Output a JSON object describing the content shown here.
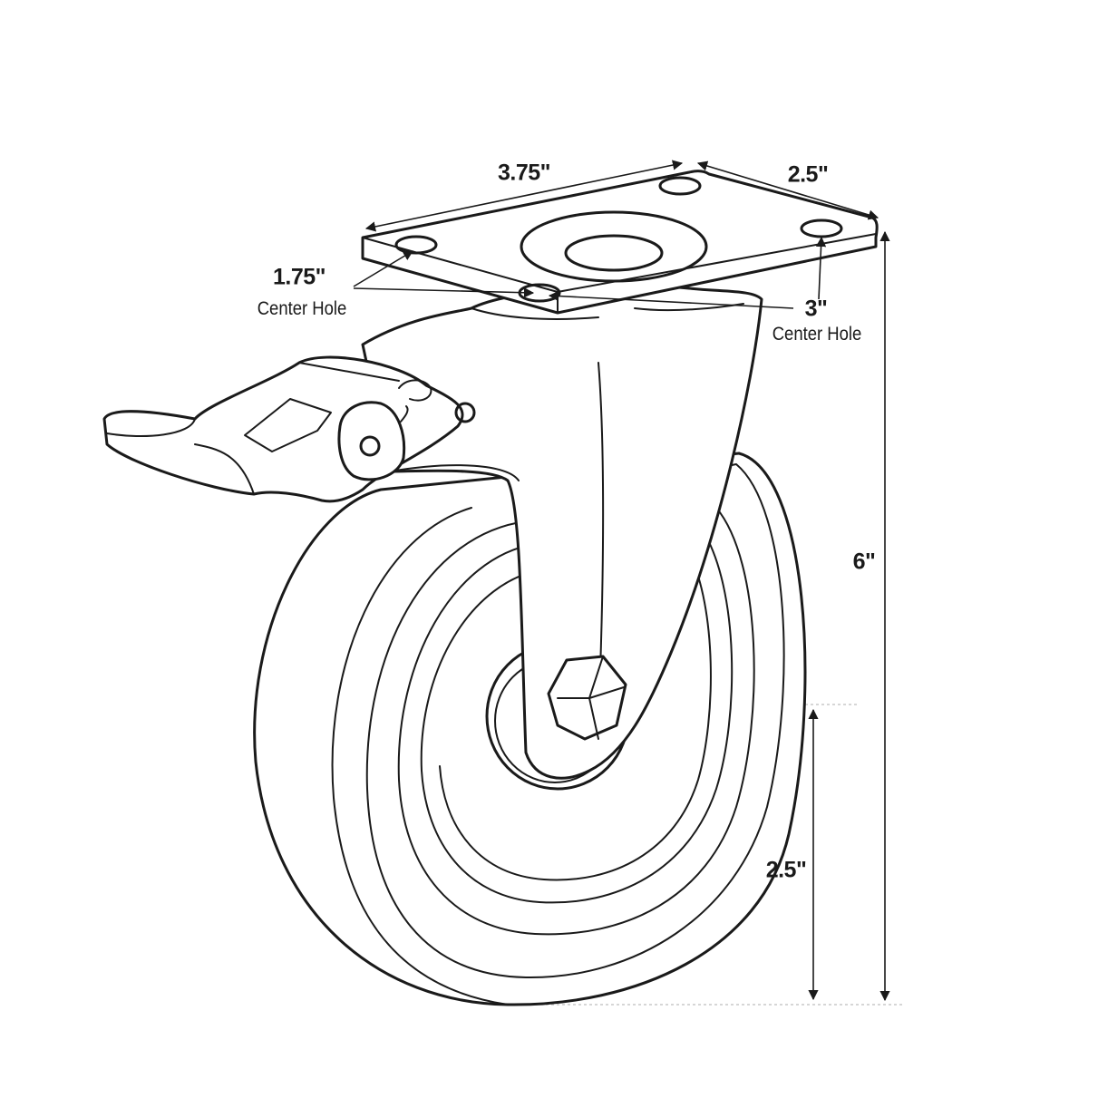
{
  "dimensions": {
    "plate_length": "3.75\"",
    "plate_width": "2.5\"",
    "hole_spacing_short": {
      "value": "1.75\"",
      "caption": "Center Hole"
    },
    "hole_spacing_long": {
      "value": "3\"",
      "caption": "Center Hole"
    },
    "overall_height": "6\"",
    "axle_height": "2.5\""
  },
  "colors": {
    "line": "#1a1a1a",
    "guide": "#bdbdbd",
    "background": "#ffffff"
  }
}
